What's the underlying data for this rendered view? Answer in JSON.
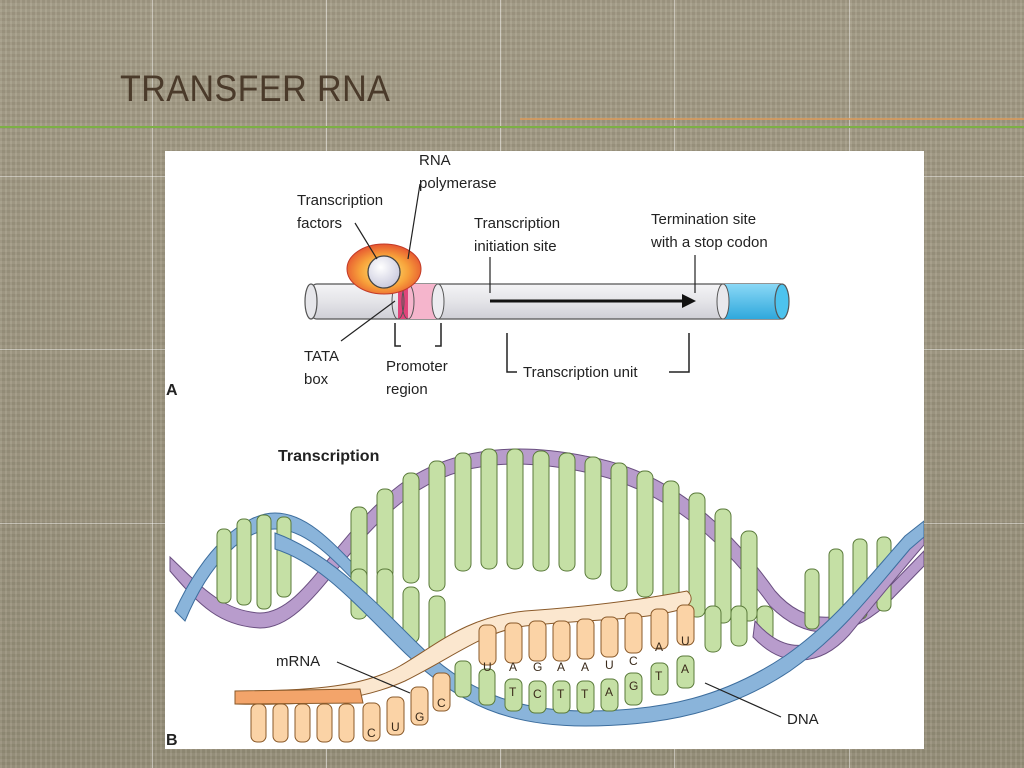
{
  "slide": {
    "title": "TRANSFER RNA"
  },
  "panel_a": {
    "letter": "A",
    "labels": {
      "rna_polymerase_line1": "RNA",
      "rna_polymerase_line2": "polymerase",
      "transcription_factors_line1": "Transcription",
      "transcription_factors_line2": "factors",
      "initiation_line1": "Transcription",
      "initiation_line2": "initiation site",
      "termination_line1": "Termination site",
      "termination_line2": "with a stop codon",
      "tata_line1": "TATA",
      "tata_line2": "box",
      "promoter_line1": "Promoter",
      "promoter_line2": "region",
      "transcription_unit": "Transcription unit"
    }
  },
  "panel_b": {
    "letter": "B",
    "heading": "Transcription",
    "mrna_label": "mRNA",
    "dna_label": "DNA",
    "mrna_bases": [
      "C",
      "U",
      "G",
      "C",
      "U",
      "A",
      "G",
      "A",
      "A",
      "U",
      "C",
      "A",
      "U"
    ],
    "dna_bases": [
      "T",
      "C",
      "T",
      "T",
      "A",
      "G",
      "T",
      "A"
    ]
  },
  "colors": {
    "background": "#9c9580",
    "title": "#4a3a2a",
    "rule_green": "#7db045",
    "rule_orange": "#d99a5a",
    "strand_purple": "#b89ccc",
    "strand_blue": "#8ab4da",
    "bases_green": "#c5e0a5",
    "mrna_cream": "#fbe7cf",
    "mrna_orange": "#f3a46a",
    "tata_magenta": "#e0457a",
    "promoter_pink": "#f5b5cc",
    "terminator_cyan": "#4dc3ee"
  }
}
